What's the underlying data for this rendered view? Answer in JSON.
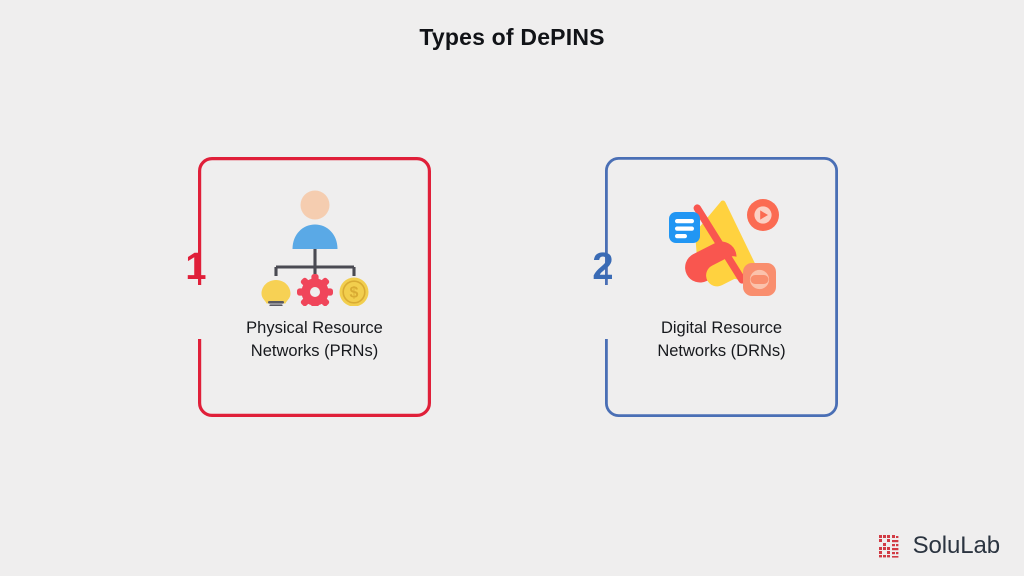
{
  "page": {
    "title": "Types of DePINS",
    "background_color": "#efeeee"
  },
  "cards": [
    {
      "number": "1",
      "label_line1": "Physical Resource",
      "label_line2": "Networks (PRNs)",
      "accent_color": "#e01f39",
      "border_color": "#e01f39",
      "icon_name": "person-hierarchy-resources-icon",
      "icon_parts": {
        "head_color": "#f5cdb0",
        "body_color": "#5aa9e6",
        "connector_color": "#4a4a52",
        "bulb_color": "#f7d154",
        "gear_color": "#f0455a",
        "coin_color": "#f2ce4d"
      }
    },
    {
      "number": "2",
      "label_line1": "Digital Resource",
      "label_line2": "Networks (DRNs)",
      "accent_color": "#3a6bb5",
      "border_color": "#4a6fb5",
      "icon_name": "megaphone-media-icon",
      "icon_parts": {
        "cone_color": "#ffd23f",
        "handle_color": "#f9564f",
        "stripe_color": "#f9564f",
        "document_color": "#2196f3",
        "play_color": "#fb6b52",
        "media_square_color": "#f98e6e"
      }
    }
  ],
  "brand": {
    "name": "SoluLab",
    "mark_name": "solulab-logo-mark",
    "mark_color": "#d13b44",
    "text_color": "#2b3440"
  }
}
